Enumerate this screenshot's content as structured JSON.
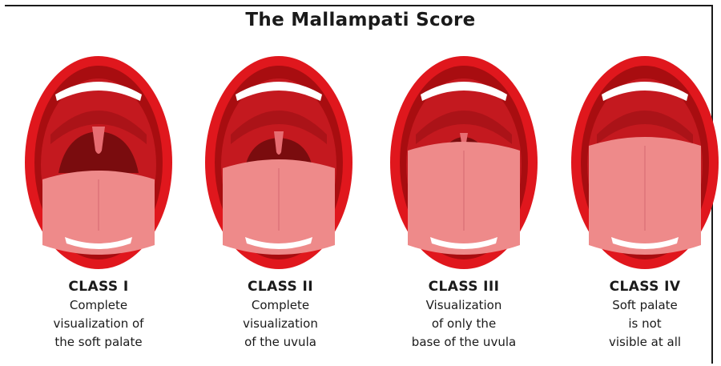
{
  "title": "The Mallampati Score",
  "classes": [
    {
      "label": "CLASS I",
      "description": [
        "Complete",
        "visualization of",
        "the soft palate"
      ],
      "visibility": "full"
    },
    {
      "label": "CLASS II",
      "description": [
        "Complete",
        "visualization",
        "of the uvula"
      ],
      "visibility": "uvula"
    },
    {
      "label": "CLASS III",
      "description": [
        "Visualization",
        "of only the",
        "base of the uvula"
      ],
      "visibility": "base"
    },
    {
      "label": "CLASS IV",
      "description": [
        "Soft palate",
        "is not",
        "visible at all"
      ],
      "visibility": "none"
    }
  ],
  "colors": {
    "lips": "#e0171d",
    "lips_dark": "#a80d10",
    "oral_cavity": "#c4191f",
    "throat": "#7a0c0e",
    "tongue": "#ee8a8a",
    "teeth": "#ffffff"
  }
}
